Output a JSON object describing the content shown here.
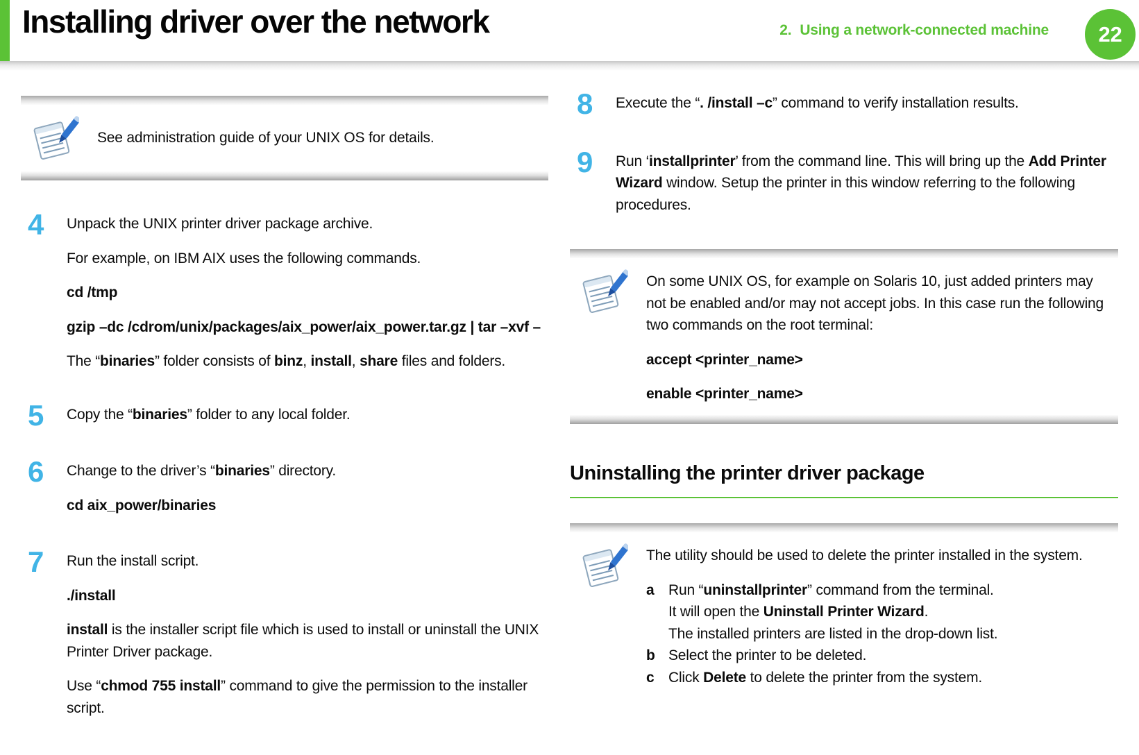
{
  "header": {
    "title": "Installing driver over the network",
    "chapter_number": "2.",
    "chapter_title": "Using a network-connected machine",
    "page_number": "22"
  },
  "colors": {
    "green": "#5BC236",
    "blue": "#41B4E6",
    "text": "#0b0b0b"
  },
  "icons": {
    "note_icon": "notepad-pen-icon"
  },
  "left": {
    "note1": {
      "paras": [
        [
          {
            "t": "See administration guide of your UNIX OS for details.",
            "b": false
          }
        ]
      ]
    },
    "step4": {
      "num": "4",
      "paras": [
        [
          {
            "t": "Unpack the UNIX printer driver package archive.",
            "b": false
          }
        ],
        [
          {
            "t": "For example, on IBM AIX uses the following commands.",
            "b": false
          }
        ],
        [
          {
            "t": "cd /tmp",
            "b": true
          }
        ],
        [
          {
            "t": "gzip –dc /cdrom/unix/packages/aix_power/aix_power.tar.gz | tar –xvf –",
            "b": true
          }
        ],
        [
          {
            "t": "The “",
            "b": false
          },
          {
            "t": "binaries",
            "b": true
          },
          {
            "t": "” folder consists of ",
            "b": false
          },
          {
            "t": "binz",
            "b": true
          },
          {
            "t": ", ",
            "b": false
          },
          {
            "t": "install",
            "b": true
          },
          {
            "t": ", ",
            "b": false
          },
          {
            "t": "share",
            "b": true
          },
          {
            "t": " files and folders.",
            "b": false
          }
        ]
      ]
    },
    "step5": {
      "num": "5",
      "paras": [
        [
          {
            "t": "Copy the “",
            "b": false
          },
          {
            "t": "binaries",
            "b": true
          },
          {
            "t": "” folder to any local folder.",
            "b": false
          }
        ]
      ]
    },
    "step6": {
      "num": "6",
      "paras": [
        [
          {
            "t": "Change to the driver’s “",
            "b": false
          },
          {
            "t": "binaries",
            "b": true
          },
          {
            "t": "” directory.",
            "b": false
          }
        ],
        [
          {
            "t": "cd aix_power/binaries",
            "b": true
          }
        ]
      ]
    },
    "step7": {
      "num": "7",
      "paras": [
        [
          {
            "t": "Run the install script.",
            "b": false
          }
        ],
        [
          {
            "t": "./install",
            "b": true
          }
        ],
        [
          {
            "t": "install",
            "b": true
          },
          {
            "t": " is the installer script file which is used to install or uninstall the UNIX Printer Driver package.",
            "b": false
          }
        ],
        [
          {
            "t": "Use “",
            "b": false
          },
          {
            "t": "chmod 755 install",
            "b": true
          },
          {
            "t": "” command to give the permission to the installer script.",
            "b": false
          }
        ]
      ]
    }
  },
  "right": {
    "step8": {
      "num": "8",
      "paras": [
        [
          {
            "t": "Execute the “",
            "b": false
          },
          {
            "t": ". /install –c",
            "b": true
          },
          {
            "t": "” command to verify installation results.",
            "b": false
          }
        ]
      ]
    },
    "step9": {
      "num": "9",
      "paras": [
        [
          {
            "t": "Run ‘",
            "b": false
          },
          {
            "t": "installprinter",
            "b": true
          },
          {
            "t": "’ from the command line. This will bring up the ",
            "b": false
          },
          {
            "t": "Add Printer Wizard",
            "b": true
          },
          {
            "t": " window. Setup the printer in this window referring to the following procedures.",
            "b": false
          }
        ]
      ]
    },
    "note2": {
      "paras": [
        [
          {
            "t": "On some UNIX OS, for example on Solaris 10, just added printers may not be enabled and/or may not accept jobs. In this case run the following two commands on the root terminal:",
            "b": false
          }
        ],
        [
          {
            "t": "accept <printer_name>",
            "b": true
          }
        ],
        [
          {
            "t": "enable <printer_name>",
            "b": true
          }
        ]
      ]
    },
    "section": {
      "title": "Uninstalling the printer driver package"
    },
    "note3": {
      "paras": [
        [
          {
            "t": "The utility should be used to delete the printer installed in the system.",
            "b": false
          }
        ]
      ],
      "items": [
        {
          "label": "a",
          "lines": [
            [
              {
                "t": "Run “",
                "b": false
              },
              {
                "t": "uninstallprinter",
                "b": true
              },
              {
                "t": "” command from the terminal.",
                "b": false
              }
            ],
            [
              {
                "t": "It will open the ",
                "b": false
              },
              {
                "t": "Uninstall Printer Wizard",
                "b": true
              },
              {
                "t": ".",
                "b": false
              }
            ],
            [
              {
                "t": "The installed printers are listed in the drop-down list.",
                "b": false
              }
            ]
          ]
        },
        {
          "label": "b",
          "lines": [
            [
              {
                "t": "Select the printer to be deleted.",
                "b": false
              }
            ]
          ]
        },
        {
          "label": "c",
          "lines": [
            [
              {
                "t": "Click ",
                "b": false
              },
              {
                "t": "Delete",
                "b": true
              },
              {
                "t": " to delete the printer from the system.",
                "b": false
              }
            ]
          ]
        }
      ]
    }
  }
}
